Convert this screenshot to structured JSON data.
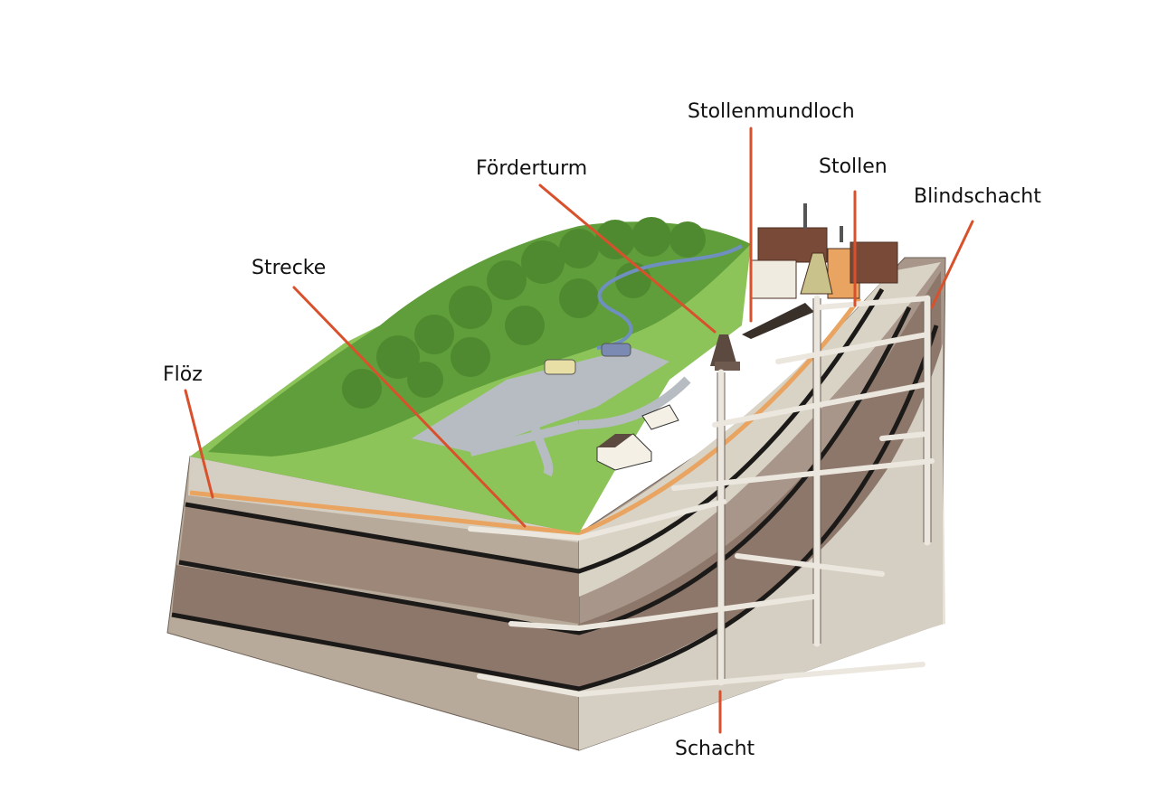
{
  "labels": {
    "stollenmundloch": "Stollenmundloch",
    "foerderturm": "Förderturm",
    "stollen": "Stollen",
    "blindschacht": "Blindschacht",
    "strecke": "Strecke",
    "floez": "Flöz",
    "schacht": "Schacht"
  },
  "colors": {
    "leader_line": "#d9512c",
    "grass": "#8cc45a",
    "forest": "#5f9e3a",
    "rock_light": "#d8d2c6",
    "rock_mid": "#b9ab9a",
    "rock_dark": "#8f7a6c",
    "coal_seam": "#1c1a18",
    "orange_layer": "#e8a460",
    "shaft_pipe": "#ece7de",
    "road": "#b6bcc2"
  }
}
